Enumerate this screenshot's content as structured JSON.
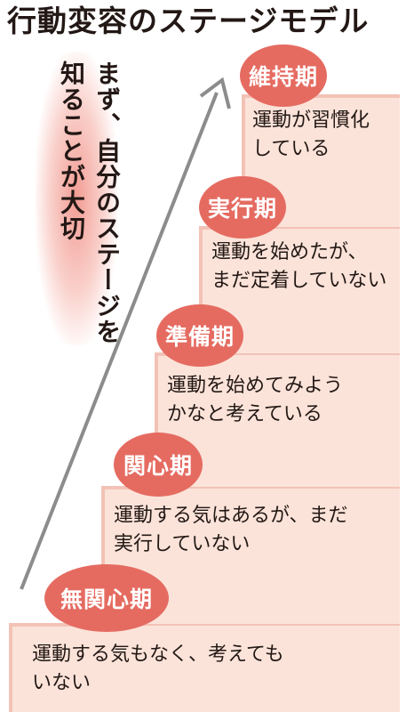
{
  "title": "行動変容のステージモデル",
  "note": {
    "line1": "まず、自分のステージを",
    "line2": "知ることが大切"
  },
  "stages": [
    {
      "label": "無関心期",
      "line1": "運動する気もなく、考えても",
      "line2": "いない"
    },
    {
      "label": "関心期",
      "line1": "運動する気はあるが、まだ",
      "line2": "実行していない"
    },
    {
      "label": "準備期",
      "line1": "運動を始めてみよう",
      "line2": "かなと考えている"
    },
    {
      "label": "実行期",
      "line1": "運動を始めたが、",
      "line2": "まだ定着していない"
    },
    {
      "label": "維持期",
      "line1": "運動が習慣化",
      "line2": "している"
    }
  ],
  "colors": {
    "stair_fill": "#fbe3d9",
    "stair_edge": "#f3c2b6",
    "label_bg": "#e56b61",
    "arrow": "#8c8c8c",
    "glow": "#f08c82",
    "text": "#231815"
  }
}
